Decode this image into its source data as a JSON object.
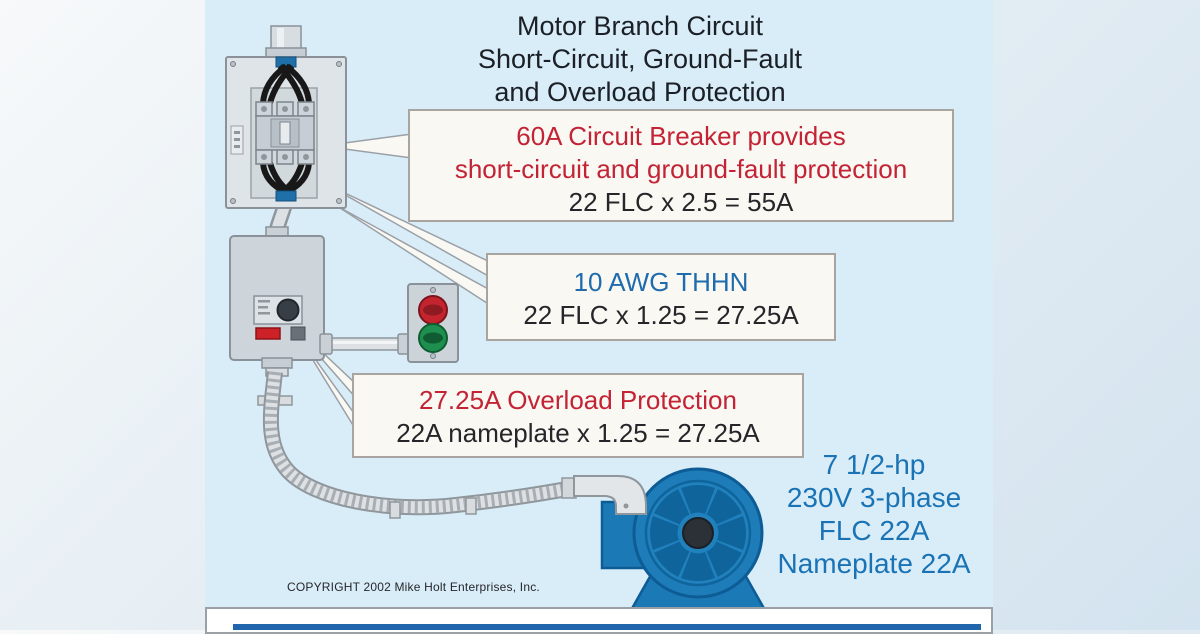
{
  "title": {
    "lines": [
      "Motor Branch Circuit",
      "Short-Circuit, Ground-Fault",
      "and Overload Protection"
    ]
  },
  "callouts": {
    "breaker": {
      "lines": [
        "60A Circuit Breaker provides",
        "short-circuit and ground-fault protection"
      ],
      "formula": "22 FLC x 2.5 = 55A"
    },
    "conductor": {
      "heading": "10 AWG THHN",
      "formula": "22 FLC x 1.25 = 27.25A"
    },
    "overload": {
      "heading": "27.25A Overload Protection",
      "formula": "22A nameplate x 1.25 = 27.25A"
    }
  },
  "motor": {
    "specs": [
      "7 1/2-hp",
      "230V 3-phase",
      "FLC 22A",
      "Nameplate 22A"
    ]
  },
  "footer": {
    "copyright": "COPYRIGHT 2002  Mike Holt Enterprises, Inc."
  },
  "colors": {
    "accent_red": "#c32334",
    "accent_blue": "#1e6cad",
    "motor_text_blue": "#1a73b4",
    "motor_blue": "#1b79b5",
    "motor_blade_blue": "#0f649c",
    "panel_background": "#d9edf9",
    "callout_background": "#f9f8f3",
    "bottom_strip_blue": "#2166ad"
  }
}
